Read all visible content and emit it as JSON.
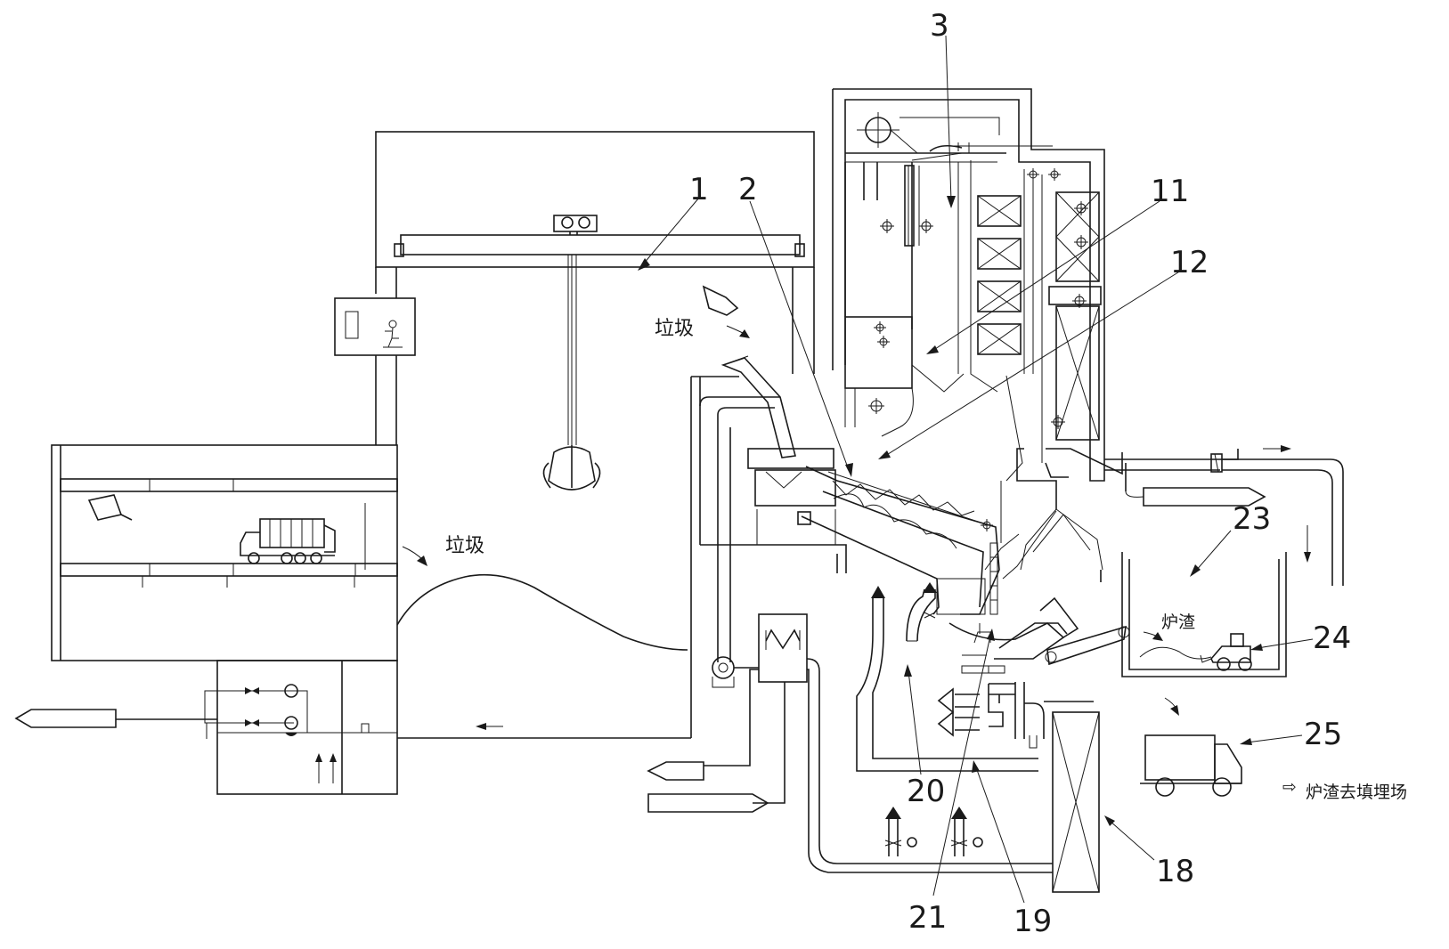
{
  "labels": {
    "n1": "1",
    "n2": "2",
    "n3": "3",
    "n11": "11",
    "n12": "12",
    "n18": "18",
    "n19": "19",
    "n20": "20",
    "n21": "21",
    "n23": "23",
    "n24": "24",
    "n25": "25"
  },
  "text": {
    "waste_upper": "垃圾",
    "waste_pit": "垃圾",
    "slag": "炉渣",
    "slag_destination": "炉渣去填埋场"
  },
  "legend": {
    "hollow_arrow_symbol": "⇨"
  }
}
